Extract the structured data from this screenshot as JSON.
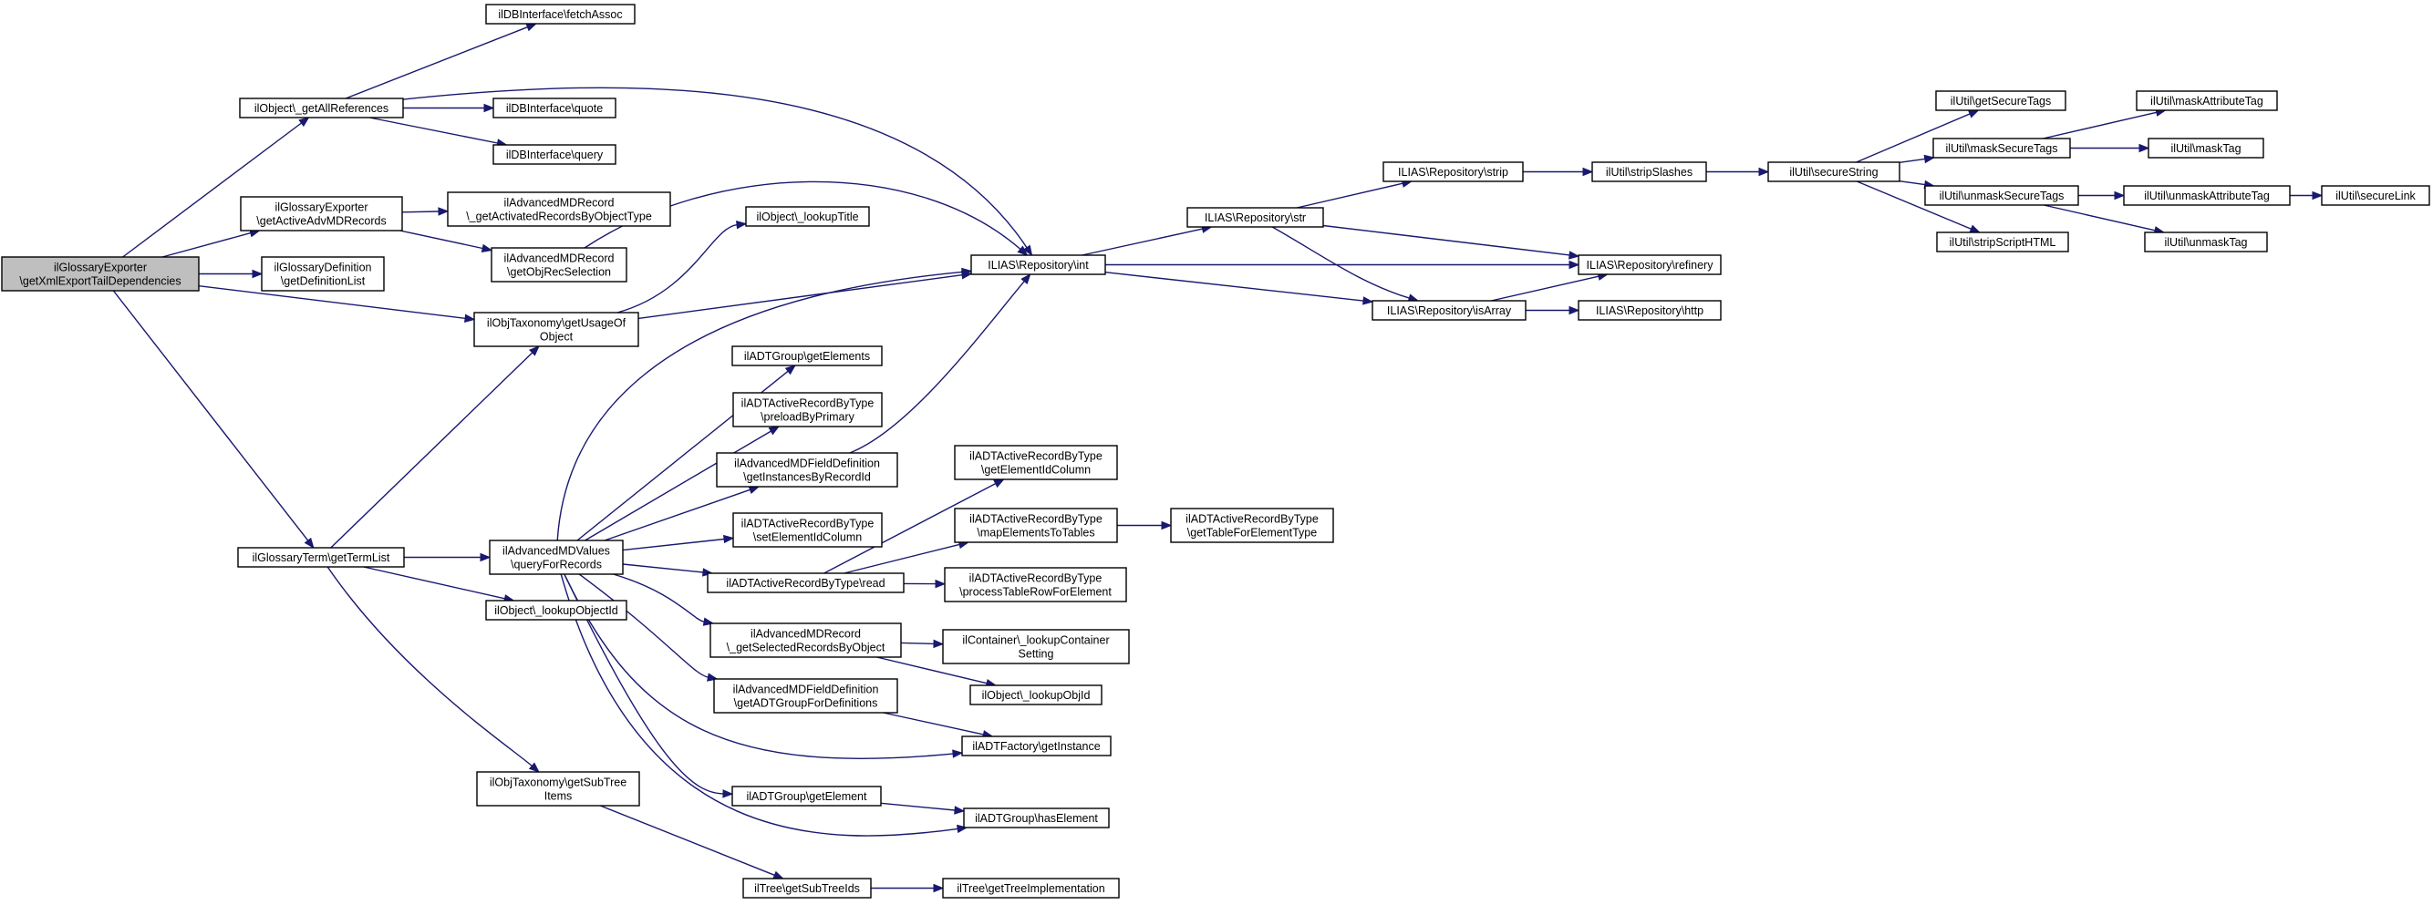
{
  "diagram": {
    "title": "",
    "edge_color": "#191970",
    "root_fill": "#bfbfbf",
    "node_fill": "#ffffff",
    "nodes": [
      {
        "id": "root",
        "lines": [
          "ilGlossaryExporter",
          "\\getXmlExportTailDependencies"
        ],
        "root": true
      },
      {
        "id": "getAllRefs",
        "lines": [
          "ilObject\\_getAllReferences"
        ]
      },
      {
        "id": "fetchAssoc",
        "lines": [
          "ilDBInterface\\fetchAssoc"
        ]
      },
      {
        "id": "quote",
        "lines": [
          "ilDBInterface\\quote"
        ]
      },
      {
        "id": "query",
        "lines": [
          "ilDBInterface\\query"
        ]
      },
      {
        "id": "getActiveAdv",
        "lines": [
          "ilGlossaryExporter",
          "\\getActiveAdvMDRecords"
        ]
      },
      {
        "id": "getActivatedRecs",
        "lines": [
          "ilAdvancedMDRecord",
          "\\_getActivatedRecordsByObjectType"
        ]
      },
      {
        "id": "getObjRecSel",
        "lines": [
          "ilAdvancedMDRecord",
          "\\getObjRecSelection"
        ]
      },
      {
        "id": "getDefList",
        "lines": [
          "ilGlossaryDefinition",
          "\\getDefinitionList"
        ]
      },
      {
        "id": "lookupTitle",
        "lines": [
          "ilObject\\_lookupTitle"
        ]
      },
      {
        "id": "repoInt",
        "lines": [
          "ILIAS\\Repository\\int"
        ]
      },
      {
        "id": "getUsage",
        "lines": [
          "ilObjTaxonomy\\getUsageOf",
          "Object"
        ]
      },
      {
        "id": "repoStr",
        "lines": [
          "ILIAS\\Repository\\str"
        ]
      },
      {
        "id": "repoStrip",
        "lines": [
          "ILIAS\\Repository\\strip"
        ]
      },
      {
        "id": "stripSlashes",
        "lines": [
          "ilUtil\\stripSlashes"
        ]
      },
      {
        "id": "secureString",
        "lines": [
          "ilUtil\\secureString"
        ]
      },
      {
        "id": "getSecureTags",
        "lines": [
          "ilUtil\\getSecureTags"
        ]
      },
      {
        "id": "maskSecureTags",
        "lines": [
          "ilUtil\\maskSecureTags"
        ]
      },
      {
        "id": "maskAttrTag",
        "lines": [
          "ilUtil\\maskAttributeTag"
        ]
      },
      {
        "id": "maskTag",
        "lines": [
          "ilUtil\\maskTag"
        ]
      },
      {
        "id": "unmaskSecureTags",
        "lines": [
          "ilUtil\\unmaskSecureTags"
        ]
      },
      {
        "id": "unmaskAttrTag",
        "lines": [
          "ilUtil\\unmaskAttributeTag"
        ]
      },
      {
        "id": "secureLink",
        "lines": [
          "ilUtil\\secureLink"
        ]
      },
      {
        "id": "stripScript",
        "lines": [
          "ilUtil\\stripScriptHTML"
        ]
      },
      {
        "id": "unmaskTag",
        "lines": [
          "ilUtil\\unmaskTag"
        ]
      },
      {
        "id": "refinery",
        "lines": [
          "ILIAS\\Repository\\refinery"
        ]
      },
      {
        "id": "isArray",
        "lines": [
          "ILIAS\\Repository\\isArray"
        ]
      },
      {
        "id": "http",
        "lines": [
          "ILIAS\\Repository\\http"
        ]
      },
      {
        "id": "adtGetElements",
        "lines": [
          "ilADTGroup\\getElements"
        ]
      },
      {
        "id": "preload",
        "lines": [
          "ilADTActiveRecordByType",
          "\\preloadByPrimary"
        ]
      },
      {
        "id": "getInstByRec",
        "lines": [
          "ilAdvancedMDFieldDefinition",
          "\\getInstancesByRecordId"
        ]
      },
      {
        "id": "setElemId",
        "lines": [
          "ilADTActiveRecordByType",
          "\\setElementIdColumn"
        ]
      },
      {
        "id": "getTermList",
        "lines": [
          "ilGlossaryTerm\\getTermList"
        ]
      },
      {
        "id": "queryForRecs",
        "lines": [
          "ilAdvancedMDValues",
          "\\queryForRecords"
        ]
      },
      {
        "id": "adtRead",
        "lines": [
          "ilADTActiveRecordByType\\read"
        ]
      },
      {
        "id": "getElemIdCol",
        "lines": [
          "ilADTActiveRecordByType",
          "\\getElementIdColumn"
        ]
      },
      {
        "id": "mapElems",
        "lines": [
          "ilADTActiveRecordByType",
          "\\mapElementsToTables"
        ]
      },
      {
        "id": "getTableFor",
        "lines": [
          "ilADTActiveRecordByType",
          "\\getTableForElementType"
        ]
      },
      {
        "id": "processRow",
        "lines": [
          "ilADTActiveRecordByType",
          "\\processTableRowForElement"
        ]
      },
      {
        "id": "lookupObjectId",
        "lines": [
          "ilObject\\_lookupObjectId"
        ]
      },
      {
        "id": "getSelRecs",
        "lines": [
          "ilAdvancedMDRecord",
          "\\_getSelectedRecordsByObject"
        ]
      },
      {
        "id": "lookupContainer",
        "lines": [
          "ilContainer\\_lookupContainer",
          "Setting"
        ]
      },
      {
        "id": "lookupObjId",
        "lines": [
          "ilObject\\_lookupObjId"
        ]
      },
      {
        "id": "getADTGroupFor",
        "lines": [
          "ilAdvancedMDFieldDefinition",
          "\\getADTGroupForDefinitions"
        ]
      },
      {
        "id": "adtFactory",
        "lines": [
          "ilADTFactory\\getInstance"
        ]
      },
      {
        "id": "getSubTreeItems",
        "lines": [
          "ilObjTaxonomy\\getSubTree",
          "Items"
        ]
      },
      {
        "id": "adtGetElement",
        "lines": [
          "ilADTGroup\\getElement"
        ]
      },
      {
        "id": "hasElement",
        "lines": [
          "ilADTGroup\\hasElement"
        ]
      },
      {
        "id": "getSubTreeIds",
        "lines": [
          "ilTree\\getSubTreeIds"
        ]
      },
      {
        "id": "getTreeImpl",
        "lines": [
          "ilTree\\getTreeImplementation"
        ]
      }
    ],
    "edges": [
      [
        "root",
        "getAllRefs"
      ],
      [
        "root",
        "getActiveAdv"
      ],
      [
        "root",
        "getDefList"
      ],
      [
        "root",
        "getUsage"
      ],
      [
        "root",
        "getTermList"
      ],
      [
        "getAllRefs",
        "fetchAssoc"
      ],
      [
        "getAllRefs",
        "quote"
      ],
      [
        "getAllRefs",
        "query"
      ],
      [
        "getAllRefs",
        "repoInt"
      ],
      [
        "getActiveAdv",
        "getActivatedRecs"
      ],
      [
        "getActiveAdv",
        "getObjRecSel"
      ],
      [
        "getObjRecSel",
        "repoInt"
      ],
      [
        "getUsage",
        "lookupTitle"
      ],
      [
        "getUsage",
        "repoInt"
      ],
      [
        "repoInt",
        "repoStr"
      ],
      [
        "repoInt",
        "refinery"
      ],
      [
        "repoInt",
        "isArray"
      ],
      [
        "repoStr",
        "repoStrip"
      ],
      [
        "repoStr",
        "refinery"
      ],
      [
        "repoStr",
        "isArray"
      ],
      [
        "repoStrip",
        "stripSlashes"
      ],
      [
        "stripSlashes",
        "secureString"
      ],
      [
        "secureString",
        "getSecureTags"
      ],
      [
        "secureString",
        "maskSecureTags"
      ],
      [
        "secureString",
        "unmaskSecureTags"
      ],
      [
        "secureString",
        "stripScript"
      ],
      [
        "maskSecureTags",
        "maskAttrTag"
      ],
      [
        "maskSecureTags",
        "maskTag"
      ],
      [
        "unmaskSecureTags",
        "unmaskAttrTag"
      ],
      [
        "unmaskSecureTags",
        "unmaskTag"
      ],
      [
        "unmaskAttrTag",
        "secureLink"
      ],
      [
        "isArray",
        "refinery"
      ],
      [
        "isArray",
        "http"
      ],
      [
        "getTermList",
        "getUsage"
      ],
      [
        "getTermList",
        "queryForRecs"
      ],
      [
        "getTermList",
        "lookupObjectId"
      ],
      [
        "getTermList",
        "getSubTreeItems"
      ],
      [
        "queryForRecs",
        "repoInt"
      ],
      [
        "queryForRecs",
        "adtGetElements"
      ],
      [
        "queryForRecs",
        "preload"
      ],
      [
        "queryForRecs",
        "getInstByRec"
      ],
      [
        "queryForRecs",
        "setElemId"
      ],
      [
        "queryForRecs",
        "adtRead"
      ],
      [
        "queryForRecs",
        "getSelRecs"
      ],
      [
        "queryForRecs",
        "getADTGroupFor"
      ],
      [
        "queryForRecs",
        "adtFactory"
      ],
      [
        "queryForRecs",
        "adtGetElement"
      ],
      [
        "queryForRecs",
        "hasElement"
      ],
      [
        "getInstByRec",
        "repoInt"
      ],
      [
        "adtRead",
        "getElemIdCol"
      ],
      [
        "adtRead",
        "mapElems"
      ],
      [
        "adtRead",
        "processRow"
      ],
      [
        "mapElems",
        "getTableFor"
      ],
      [
        "getSelRecs",
        "lookupContainer"
      ],
      [
        "getSelRecs",
        "lookupObjId"
      ],
      [
        "getADTGroupFor",
        "adtFactory"
      ],
      [
        "adtGetElement",
        "hasElement"
      ],
      [
        "getSubTreeItems",
        "getSubTreeIds"
      ],
      [
        "getSubTreeIds",
        "getTreeImpl"
      ]
    ]
  }
}
